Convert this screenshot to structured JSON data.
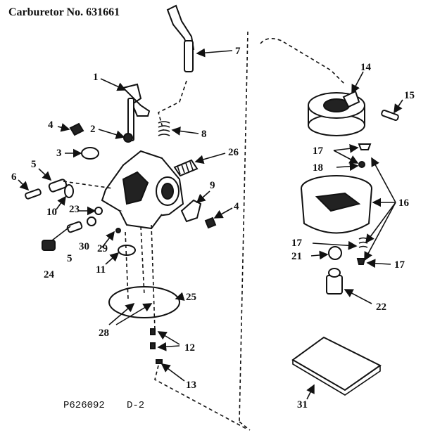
{
  "title": "Carburetor No. 631661",
  "footer_left": "P626092",
  "footer_right": "D-2",
  "labels": {
    "l1": "1",
    "l2": "2",
    "l3": "3",
    "l4a": "4",
    "l4b": "4",
    "l5a": "5",
    "l5b": "5",
    "l6": "6",
    "l7": "7",
    "l8": "8",
    "l9": "9",
    "l10": "10",
    "l11": "11",
    "l12": "12",
    "l13": "13",
    "l14": "14",
    "l15": "15",
    "l16": "16",
    "l17a": "17",
    "l17b": "17",
    "l17c": "17",
    "l18": "18",
    "l21": "21",
    "l22": "22",
    "l23": "23",
    "l24": "24",
    "l25": "25",
    "l26": "26",
    "l28": "28",
    "l29": "29",
    "l30": "30",
    "l31": "31"
  }
}
